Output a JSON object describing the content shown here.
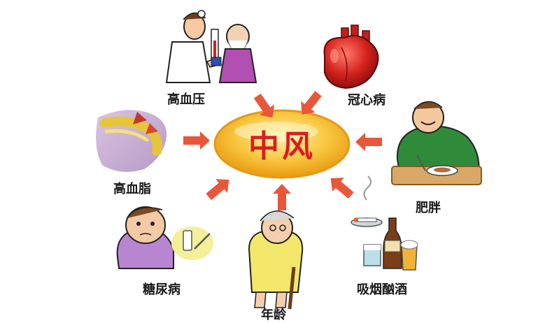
{
  "center": {
    "label": "中风"
  },
  "factors": {
    "hypertension": "高血压",
    "coronary": "冠心病",
    "hyperlipidemia": "高血脂",
    "obesity": "肥胖",
    "diabetes": "糖尿病",
    "age": "年龄",
    "smoking_drinking": "吸烟酗酒"
  },
  "icons": {
    "hypertension": "doctor-patient-icon",
    "coronary": "heart-icon",
    "hyperlipidemia": "artery-plaque-icon",
    "obesity": "overweight-man-icon",
    "diabetes": "sick-child-icon",
    "age": "elderly-woman-icon",
    "smoking_drinking": "cigarette-beer-icon"
  },
  "colors": {
    "center_fill": "#f7b51e",
    "center_text": "#d81e1e",
    "arrow": "#e8573a"
  }
}
